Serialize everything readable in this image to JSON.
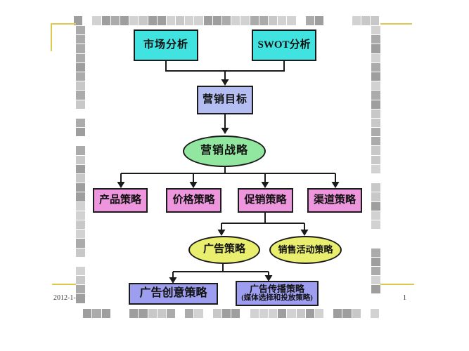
{
  "slide": {
    "footer_date": "2012-1-",
    "page_number": "1"
  },
  "diagram": {
    "edge_color": "#1b1b1b",
    "nodes": {
      "market_analysis": {
        "shape": "rect",
        "label": "市场分析",
        "fill": "#41e3e0"
      },
      "swot_analysis": {
        "shape": "rect",
        "label": "SWOT分析",
        "fill": "#41e3e0"
      },
      "marketing_goal": {
        "shape": "rect",
        "label": "营销目标",
        "fill": "#b5bef2"
      },
      "marketing_strategy": {
        "shape": "ellipse",
        "label": "营销战略",
        "fill": "#92e7a0"
      },
      "product_strategy": {
        "shape": "rect",
        "label": "产品策略",
        "fill": "#ee96dd"
      },
      "price_strategy": {
        "shape": "rect",
        "label": "价格策略",
        "fill": "#ee96dd"
      },
      "promotion_strategy": {
        "shape": "rect",
        "label": "促销策略",
        "fill": "#ee96dd"
      },
      "channel_strategy": {
        "shape": "rect",
        "label": "渠道策略",
        "fill": "#ee96dd"
      },
      "ad_strategy": {
        "shape": "ellipse",
        "label": "广告策略",
        "fill": "#e9ee6e"
      },
      "sales_activity_strategy": {
        "shape": "ellipse",
        "label": "销售活动策略",
        "fill": "#e9ee6e"
      },
      "ad_creative_strategy": {
        "shape": "rect",
        "label": "广告创意策略",
        "fill": "#9e9ef0"
      },
      "ad_communication_strategy": {
        "shape": "rect",
        "label": "广告传播策略",
        "label2": "(媒体选择和投放策略)",
        "fill": "#9e9ef0"
      }
    }
  },
  "decor": {
    "accent_line_color": "#dcc94e",
    "mosaic_palette": [
      "#ffffff",
      "#e6e6e6",
      "#d2d2d2",
      "#bfbfbf",
      "#ababab",
      "#939393",
      "#c8c8c8",
      "#b5b5b5",
      "#9e9e9e",
      "#f2f2f2"
    ]
  }
}
